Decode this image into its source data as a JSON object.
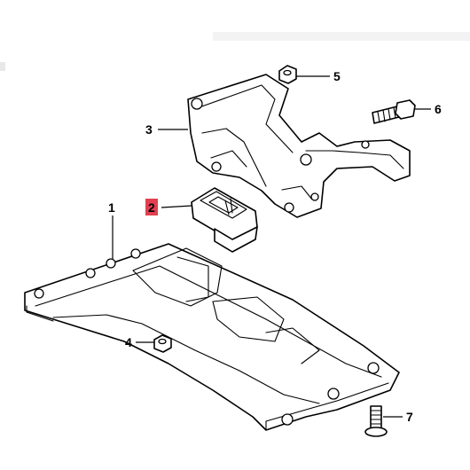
{
  "callouts": [
    {
      "id": "1",
      "label": "1",
      "highlighted": false
    },
    {
      "id": "2",
      "label": "2",
      "highlighted": true
    },
    {
      "id": "3",
      "label": "3",
      "highlighted": false
    },
    {
      "id": "4",
      "label": "4",
      "highlighted": false
    },
    {
      "id": "5",
      "label": "5",
      "highlighted": false
    },
    {
      "id": "6",
      "label": "6",
      "highlighted": false
    },
    {
      "id": "7",
      "label": "7",
      "highlighted": false
    }
  ],
  "colors": {
    "line": "#000000",
    "background": "#ffffff",
    "highlight": "#e04050"
  }
}
